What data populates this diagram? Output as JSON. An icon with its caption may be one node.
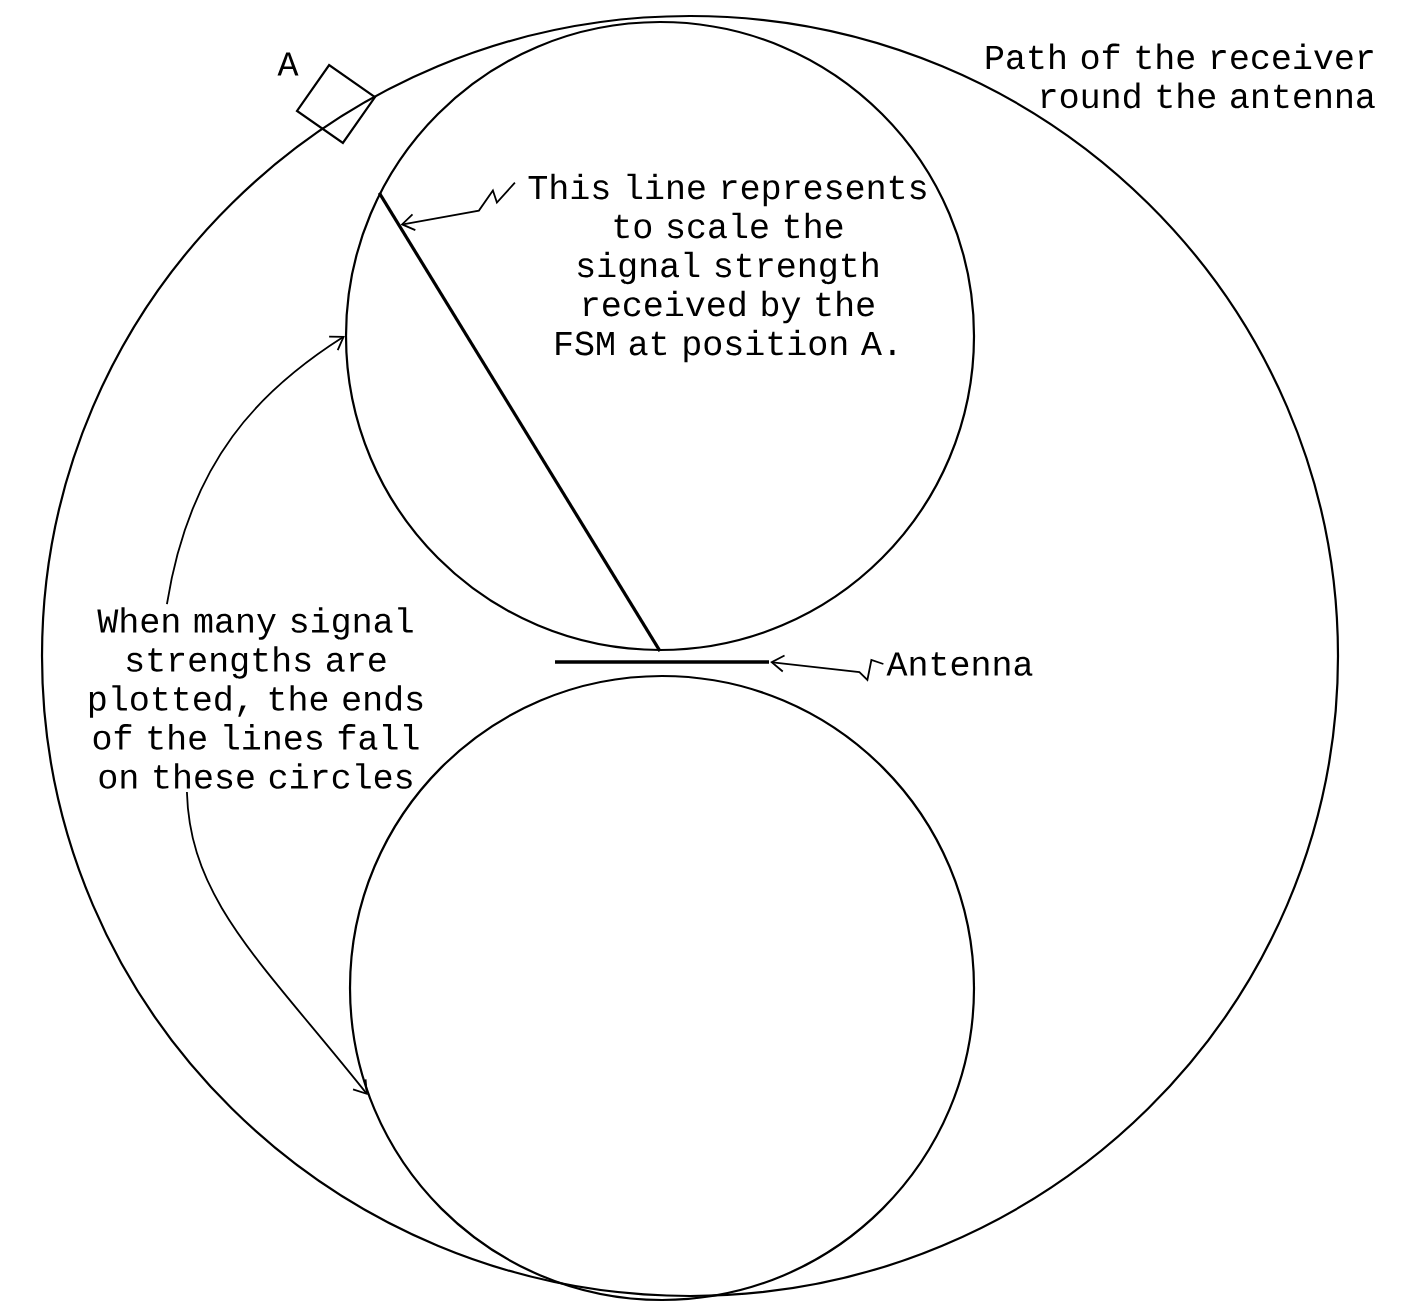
{
  "diagram": {
    "nodes": [
      {
        "text": [
          "When many signal strengths are plotted, the ends of the lines fall on these circles"
        ]
      },
      {
        "text": [],
        "shape": "circle"
      },
      {
        "text": [],
        "shape": "circle"
      },
      {
        "text": [
          "This line represents to scale the signal strength received by the FSM at position A."
        ],
        "in": 1
      },
      {
        "text": [],
        "shape": "line",
        "in": 1
      },
      {
        "text": [
          "Antenna"
        ]
      },
      {
        "text": [],
        "shape": "bar"
      },
      {
        "text": [
          "A"
        ]
      }
    ],
    "edges": [
      {
        "from": 0,
        "to": 1,
        "arrow": "to"
      },
      {
        "from": 0,
        "to": 2,
        "arrow": "to"
      },
      {
        "from": 3,
        "to": 4,
        "arrow": "to"
      },
      {
        "from": 5,
        "to": 6,
        "arrow": "to"
      }
    ],
    "labels": [
      "Path of the receiver round the antenna"
    ]
  }
}
